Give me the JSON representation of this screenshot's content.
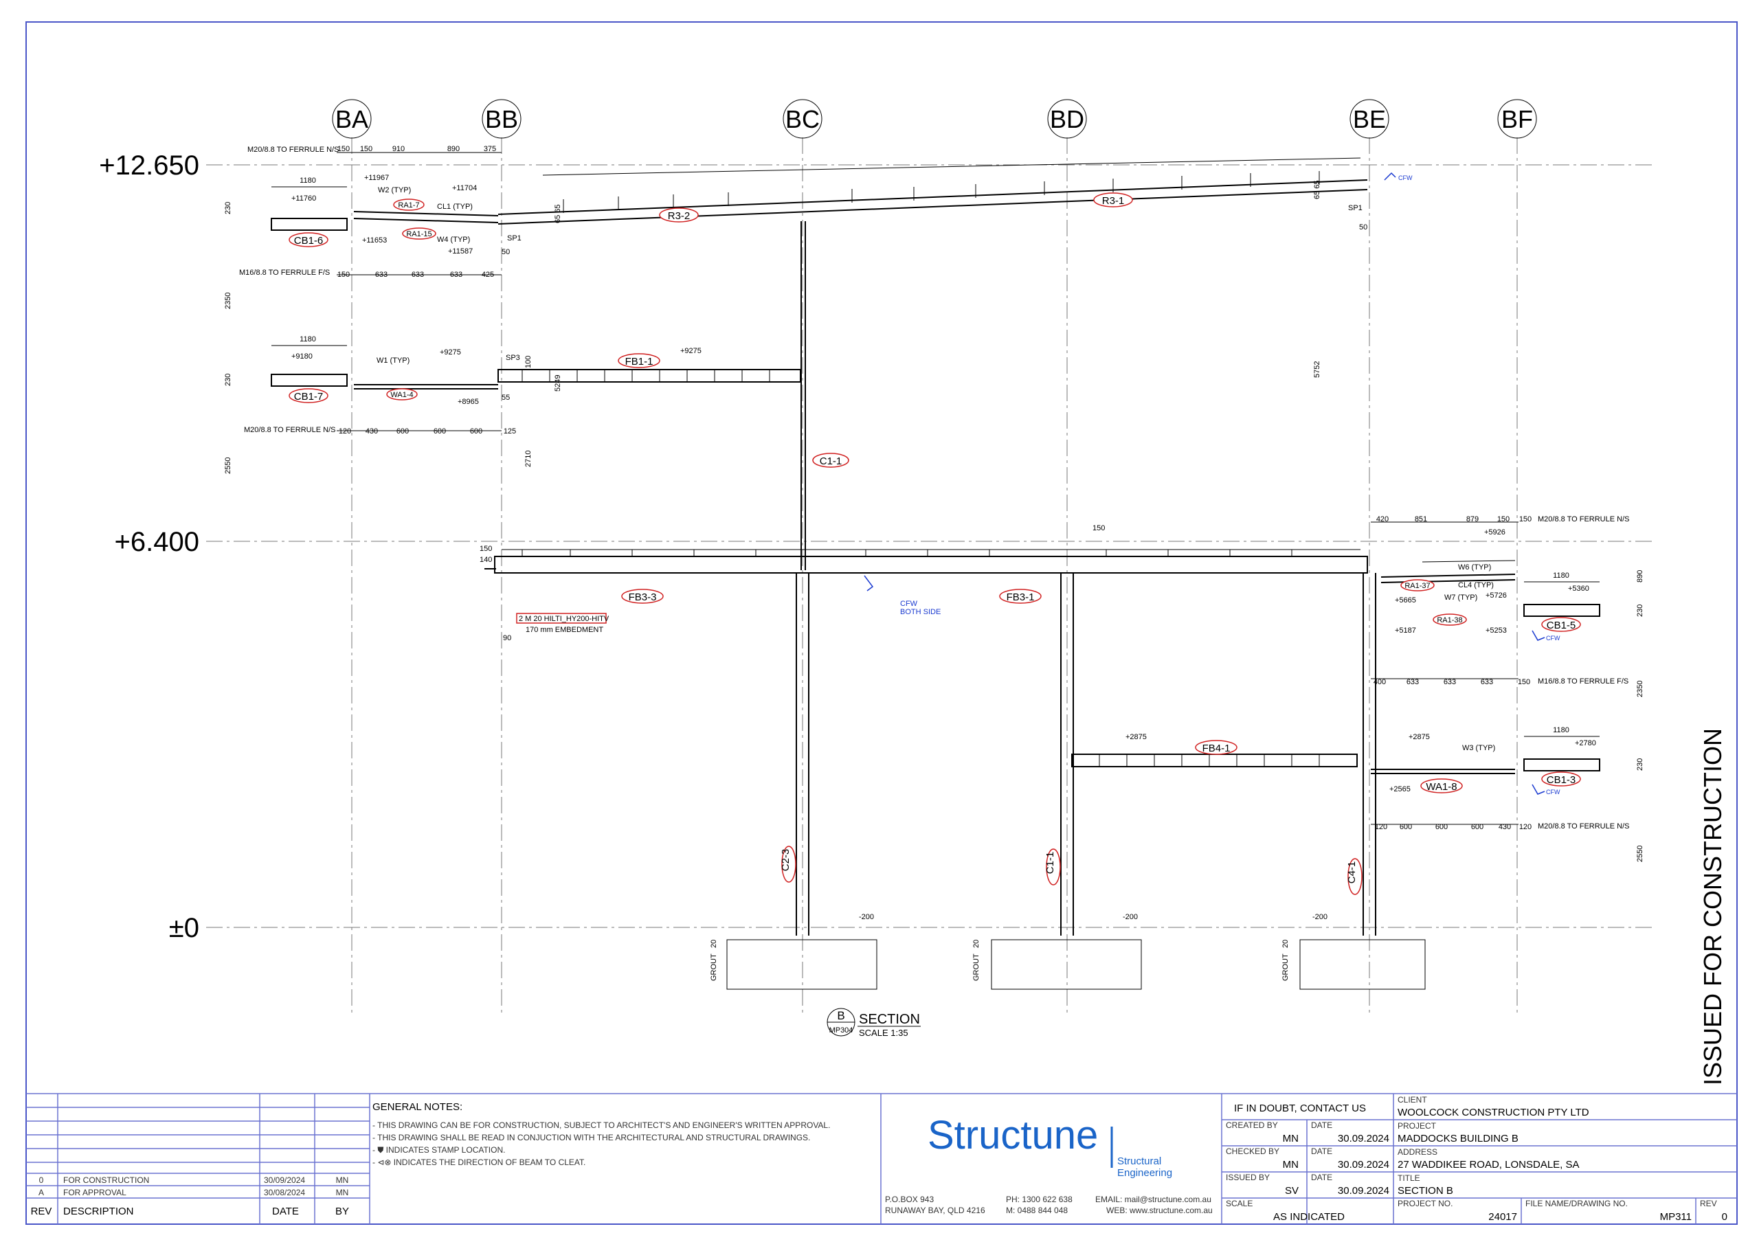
{
  "levels": [
    {
      "label": "+12.650"
    },
    {
      "label": "+6.400"
    },
    {
      "label": "±0"
    }
  ],
  "grids": [
    "BA",
    "BB",
    "BC",
    "BD",
    "BE",
    "BF"
  ],
  "members": {
    "R3-2": "R3-2",
    "R3-1": "R3-1",
    "CB1-6": "CB1-6",
    "CB1-7": "CB1-7",
    "RA1-7": "RA1-7",
    "RA1-15": "RA1-15",
    "WA1-4": "WA1-4",
    "FB1-1": "FB1-1",
    "C1-1": "C1-1",
    "FB3-3": "FB3-3",
    "FB3-1": "FB3-1",
    "RA1-37": "RA1-37",
    "RA1-38": "RA1-38",
    "CB1-5": "CB1-5",
    "FB4-1": "FB4-1",
    "WA1-8": "WA1-8",
    "CB1-3": "CB1-3",
    "C2-3": "C2-3",
    "C1-1b": "C1-1",
    "C4-1": "C4-1"
  },
  "annotations": {
    "ferrule_ns_top": "M20/8.8 TO FERRULE N/S",
    "ferrule_fs_top": "M16/8.8 TO FERRULE F/S",
    "ferrule_ns_mid": "M20/8.8 TO FERRULE N/S",
    "ferrule_ns_right_top": "M20/8.8 TO FERRULE N/S",
    "ferrule_fs_right": "M16/8.8 TO FERRULE F/S",
    "ferrule_ns_right_bot": "M20/8.8 TO FERRULE N/S",
    "w2": "W2 (TYP)",
    "cl1": "CL1 (TYP)",
    "w4": "W4 (TYP)",
    "w1": "W1 (TYP)",
    "w6": "W6 (TYP)",
    "cl4": "CL4 (TYP)",
    "w7": "W7 (TYP)",
    "w3": "W3 (TYP)",
    "sp1a": "SP1",
    "sp1b": "SP1",
    "sp3": "SP3",
    "hilti": "2 M 20 HILTI_HY200-HITV",
    "embed": "170 mm EMBEDMENT",
    "cfw": "CFW",
    "both_side": "BOTH SIDE",
    "grout": "GROUT",
    "e11967": "+11967",
    "e11704": "+11704",
    "e11760": "+11760",
    "e11653": "+11653",
    "e11587": "+11587",
    "e9180": "+9180",
    "e9275a": "+9275",
    "e9275b": "+9275",
    "e8965": "+8965",
    "e5926": "+5926",
    "e5360": "+5360",
    "e5665": "+5665",
    "e5726": "+5726",
    "e5187": "+5187",
    "e5253": "+5253",
    "e2875a": "+2875",
    "e2875b": "+2875",
    "e2780": "+2780",
    "e2565": "+2565",
    "m200a": "-200",
    "m200b": "-200",
    "m200c": "-200"
  },
  "dims": {
    "top_row": [
      "150",
      "150",
      "910",
      "890",
      "375"
    ],
    "fs_row": [
      "150",
      "633",
      "633",
      "633",
      "425"
    ],
    "mid_row": [
      "120",
      "430",
      "600",
      "600",
      "600",
      "125"
    ],
    "right_top_row": [
      "420",
      "851",
      "879",
      "150",
      "150"
    ],
    "right_fs_row": [
      "400",
      "633",
      "633",
      "633",
      "150"
    ],
    "right_bot_row": [
      "120",
      "600",
      "600",
      "600",
      "430",
      "120"
    ],
    "d1180a": "1180",
    "d1180b": "1180",
    "d1180c": "1180",
    "d1180d": "1180",
    "d230a": "230",
    "d230b": "230",
    "d230c": "230",
    "d230d": "230",
    "d2350a": "2350",
    "d2350b": "2350",
    "d2550a": "2550",
    "d2550b": "2550",
    "d2710": "2710",
    "d5249": "5249",
    "d5752": "5752",
    "d890": "890",
    "d100": "100",
    "d55": "55",
    "d50a": "50",
    "d50b": "50",
    "d6565a": "65 65",
    "d6565b": "65 65",
    "d150a": "150",
    "d150b": "150",
    "d140": "140",
    "d90": "90",
    "d20a": "20",
    "d20b": "20",
    "d20c": "20"
  },
  "section": {
    "letter": "B",
    "ref": "MP304",
    "title": "SECTION",
    "scale": "SCALE 1:35"
  },
  "stamp": "ISSUED FOR CONSTRUCTION",
  "revisions": {
    "rows": [
      {
        "rev": "0",
        "description": "FOR CONSTRUCTION",
        "date": "30/09/2024",
        "by": "MN"
      },
      {
        "rev": "A",
        "description": "FOR APPROVAL",
        "date": "30/08/2024",
        "by": "MN"
      }
    ],
    "headers": {
      "rev": "REV",
      "description": "DESCRIPTION",
      "date": "DATE",
      "by": "BY"
    }
  },
  "notes": {
    "title": "GENERAL NOTES:",
    "items": [
      "- THIS DRAWING CAN BE FOR CONSTRUCTION, SUBJECT TO ARCHITECT'S AND ENGINEER'S WRITTEN APPROVAL.",
      "- THIS DRAWING SHALL BE READ IN CONJUCTION WITH THE ARCHITECTURAL AND STRUCTURAL DRAWINGS.",
      "- ⛊ INDICATES STAMP LOCATION.",
      "- ⊲⊗ INDICATES THE DIRECTION OF BEAM TO CLEAT."
    ]
  },
  "company": {
    "logo": "Structune",
    "sub1": "Structural",
    "sub2": "Engineering",
    "po": "P.O.BOX 943",
    "city": "RUNAWAY BAY, QLD 4216",
    "ph": "PH:  1300 622 638",
    "mob": "M:   0488 844 048",
    "email": "EMAIL: mail@structune.com.au",
    "web": "WEB: www.structune.com.au"
  },
  "titleblock": {
    "doubt": "IF IN DOUBT, CONTACT US",
    "created_label": "CREATED BY",
    "created": "MN",
    "checked_label": "CHECKED BY",
    "checked": "MN",
    "issued_label": "ISSUED BY",
    "issued": "SV",
    "date_label": "DATE",
    "date1": "30.09.2024",
    "date2": "30.09.2024",
    "date3": "30.09.2024",
    "scale_label": "SCALE",
    "scale": "AS INDICATED",
    "client_label": "CLIENT",
    "client": "WOOLCOCK CONSTRUCTION PTY LTD",
    "project_label": "PROJECT",
    "project": "MADDOCKS BUILDING B",
    "address_label": "ADDRESS",
    "address": "27 WADDIKEE ROAD, LONSDALE, SA",
    "title_label": "TITLE",
    "title": "SECTION B",
    "projno_label": "PROJECT NO.",
    "projno": "24017",
    "file_label": "FILE NAME/DRAWING NO.",
    "file": "MP311",
    "rev_label": "REV",
    "rev": "0"
  }
}
